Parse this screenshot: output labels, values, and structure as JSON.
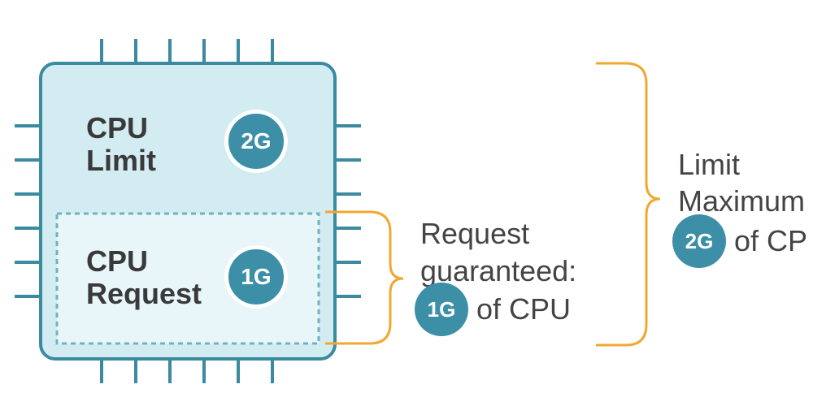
{
  "colors": {
    "chip_fill": "#d2ecf2",
    "chip_stroke": "#3a8aa0",
    "request_fill": "#e8f5f9",
    "badge": "#3d8fa8",
    "bracket": "#f0a830",
    "text_dark": "#3a3a3a",
    "text_annotation": "#444444"
  },
  "chip": {
    "limit_label_line1": "CPU",
    "limit_label_line2": "Limit",
    "limit_badge": "2G",
    "request_label_line1": "CPU",
    "request_label_line2": "Request",
    "request_badge": "1G"
  },
  "request_annotation": {
    "line1": "Request",
    "line2": "guaranteed:",
    "badge": "1G",
    "suffix": "of CPU"
  },
  "limit_annotation": {
    "line1": "Limit",
    "line2": "Maximum",
    "badge": "2G",
    "suffix": "of CP"
  }
}
